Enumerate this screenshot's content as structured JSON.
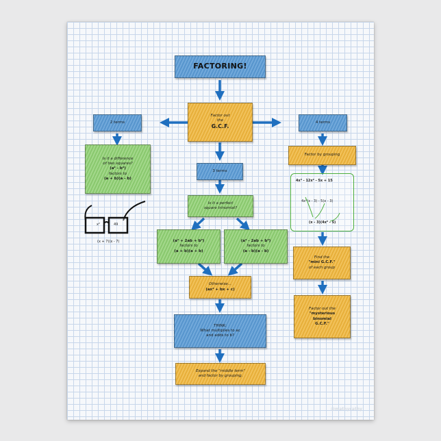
{
  "title": "FACTORING!",
  "gcf": {
    "line1": "Factor out",
    "line2": "the",
    "line3": "G.C.F."
  },
  "two_terms": {
    "label": "2 terms",
    "q1": "Is it a difference",
    "q2": "of two squares?",
    "formula": "(a² - b²)",
    "factors": "factors to",
    "result": "(a + b)(a - b)",
    "glasses_left": "x²",
    "glasses_right": "49",
    "glasses_caption": "(x + 7)(x - 7)"
  },
  "three_terms": {
    "label": "3 terms",
    "q1": "Is it a perfect",
    "q2": "square trinomial?",
    "left_formula": "(a² + 2ab + b²)",
    "left_factors": "factors to",
    "left_result": "(a + b)(a + b)",
    "right_formula": "(a² - 2ab + b²)",
    "right_factors": "factors to",
    "right_result": "(a - b)(a - b)",
    "otherwise": "Otherwise...",
    "general": "(ax² + bx + c)",
    "think1": "THINK:",
    "think2": "What multiplies to ac",
    "think3": "and adds to b?",
    "expand1": "Expand the \"middle term\"",
    "expand2": "and factor by grouping."
  },
  "four_terms": {
    "label": "4 terms",
    "grouping": "Factor by grouping",
    "ex1": "4x³ - 12x² - 5x + 15",
    "ex2": "4x²(x - 3) - 5(x - 3)",
    "ex3": "(x - 3)(4x² - 5)",
    "mini1": "Find the",
    "mini2": "\"mini G.C.F.\"",
    "mini3": "of each group",
    "myst1": "Factor out the",
    "myst2": "\"mysterious",
    "myst3": "binomial",
    "myst4": "G.C.F.\""
  },
  "watermark": "@mathycathy",
  "colors": {
    "blue": "#5b9bd5",
    "gold": "#f0b63c",
    "green": "#8fd072",
    "arrow": "#1f6fbf"
  }
}
